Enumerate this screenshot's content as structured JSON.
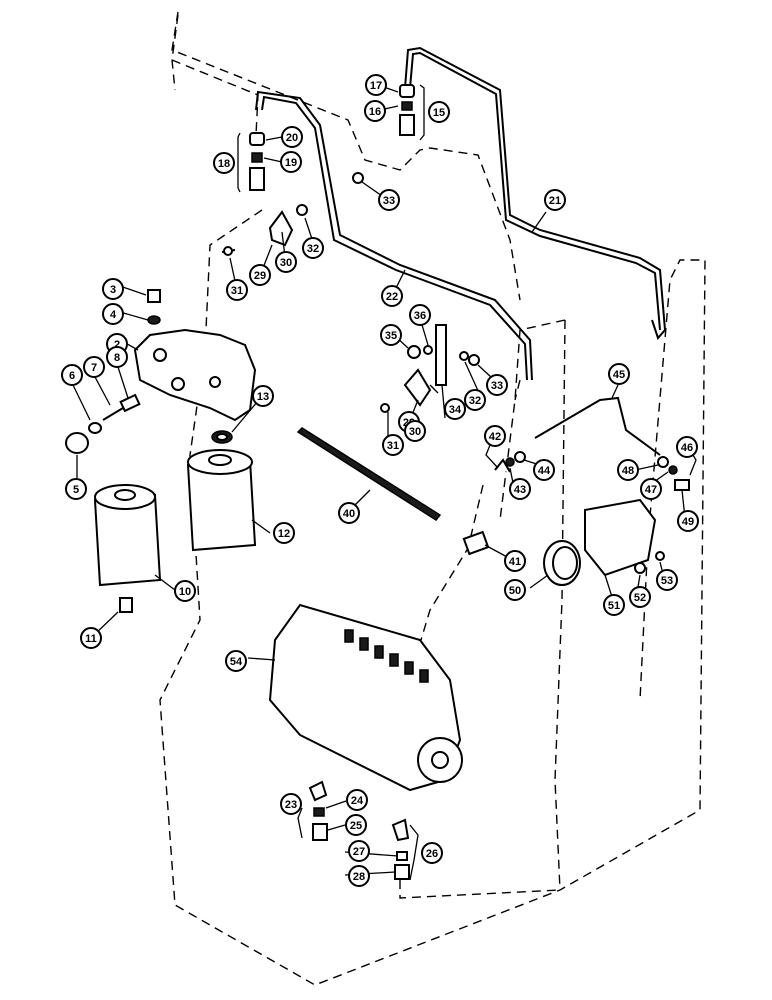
{
  "callouts": [
    {
      "id": "2",
      "label": "2"
    },
    {
      "id": "3",
      "label": "3"
    },
    {
      "id": "4",
      "label": "4"
    },
    {
      "id": "5",
      "label": "5"
    },
    {
      "id": "6",
      "label": "6"
    },
    {
      "id": "7",
      "label": "7"
    },
    {
      "id": "8",
      "label": "8"
    },
    {
      "id": "10",
      "label": "10"
    },
    {
      "id": "11",
      "label": "11"
    },
    {
      "id": "12",
      "label": "12"
    },
    {
      "id": "13",
      "label": "13"
    },
    {
      "id": "15",
      "label": "15"
    },
    {
      "id": "16",
      "label": "16"
    },
    {
      "id": "17",
      "label": "17"
    },
    {
      "id": "18",
      "label": "18"
    },
    {
      "id": "19",
      "label": "19"
    },
    {
      "id": "20",
      "label": "20"
    },
    {
      "id": "21",
      "label": "21"
    },
    {
      "id": "22",
      "label": "22"
    },
    {
      "id": "23",
      "label": "23"
    },
    {
      "id": "24",
      "label": "24"
    },
    {
      "id": "25",
      "label": "25"
    },
    {
      "id": "26",
      "label": "26"
    },
    {
      "id": "27",
      "label": "27"
    },
    {
      "id": "28",
      "label": "28"
    },
    {
      "id": "29a",
      "label": "29"
    },
    {
      "id": "29b",
      "label": "29"
    },
    {
      "id": "30a",
      "label": "30"
    },
    {
      "id": "30b",
      "label": "30"
    },
    {
      "id": "31a",
      "label": "31"
    },
    {
      "id": "31b",
      "label": "31"
    },
    {
      "id": "32a",
      "label": "32"
    },
    {
      "id": "32b",
      "label": "32"
    },
    {
      "id": "33a",
      "label": "33"
    },
    {
      "id": "33b",
      "label": "33"
    },
    {
      "id": "34",
      "label": "34"
    },
    {
      "id": "35",
      "label": "35"
    },
    {
      "id": "36",
      "label": "36"
    },
    {
      "id": "40",
      "label": "40"
    },
    {
      "id": "41",
      "label": "41"
    },
    {
      "id": "42",
      "label": "42"
    },
    {
      "id": "43",
      "label": "43"
    },
    {
      "id": "44",
      "label": "44"
    },
    {
      "id": "45",
      "label": "45"
    },
    {
      "id": "46",
      "label": "46"
    },
    {
      "id": "47",
      "label": "47"
    },
    {
      "id": "48",
      "label": "48"
    },
    {
      "id": "49",
      "label": "49"
    },
    {
      "id": "50",
      "label": "50"
    },
    {
      "id": "51",
      "label": "51"
    },
    {
      "id": "52",
      "label": "52"
    },
    {
      "id": "53",
      "label": "53"
    },
    {
      "id": "54",
      "label": "54"
    }
  ]
}
